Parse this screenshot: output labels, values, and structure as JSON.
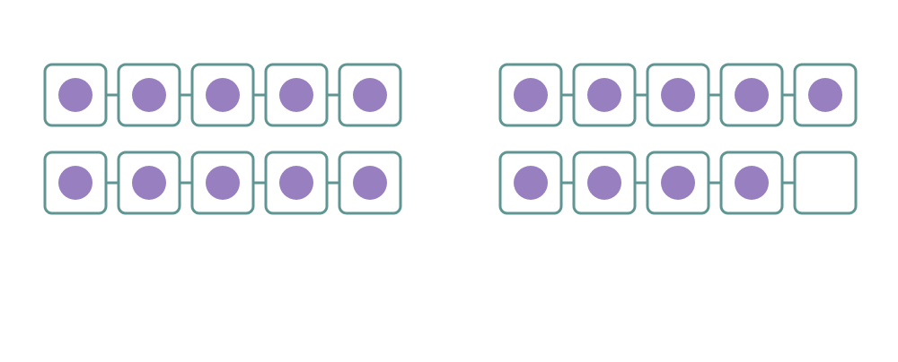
{
  "colors": {
    "frame_stroke": "#5f9693",
    "dot_fill": "#9880c0",
    "background": "#ffffff"
  },
  "ten_frames": [
    {
      "rows": [
        [
          1,
          1,
          1,
          1,
          1
        ],
        [
          1,
          1,
          1,
          1,
          1
        ]
      ]
    },
    {
      "rows": [
        [
          1,
          1,
          1,
          1,
          1
        ],
        [
          1,
          1,
          1,
          1,
          0
        ]
      ]
    }
  ]
}
